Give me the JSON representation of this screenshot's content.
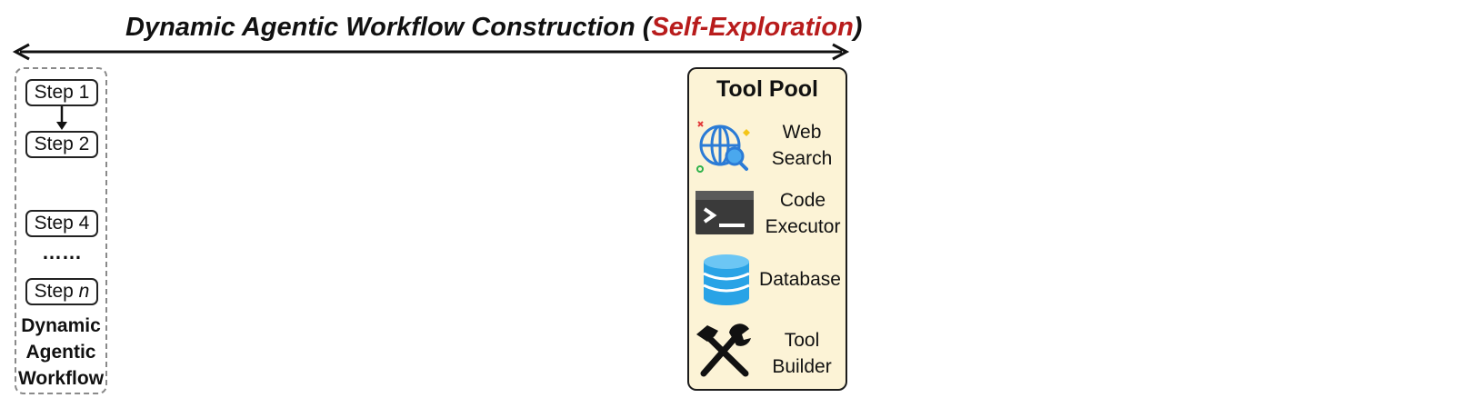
{
  "title": {
    "prefix": "Dynamic Agentic Workflow Construction (",
    "accent": "Self-Exploration",
    "suffix": ")"
  },
  "workflow": {
    "steps": [
      "Step 1",
      "Step 2",
      "Step 4"
    ],
    "step_n_prefix": "Step ",
    "step_n_var": "n",
    "ellipsis": "……",
    "label": "Dynamic\nAgentic\nWorkflow"
  },
  "tool_pool": {
    "title": "Tool Pool",
    "tools": [
      {
        "label": "Web\nSearch",
        "icon": "web-search-icon"
      },
      {
        "label": "Code\nExecutor",
        "icon": "terminal-icon"
      },
      {
        "label": "Database",
        "icon": "database-icon"
      },
      {
        "label": "Tool\nBuilder",
        "icon": "hammer-wrench-icon"
      }
    ]
  },
  "colors": {
    "accent": "#b81c1c",
    "pool_bg": "#fcf3d6",
    "icon_blue": "#2b7bd6",
    "db_blue": "#29a3e6"
  }
}
